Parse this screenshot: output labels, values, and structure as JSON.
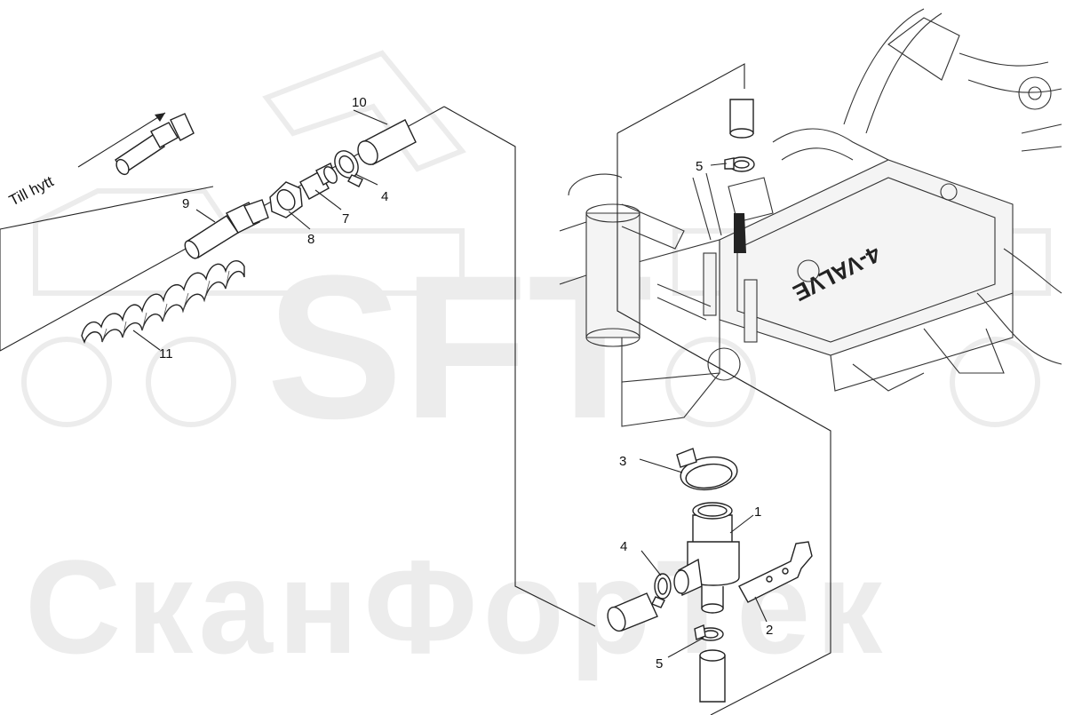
{
  "watermark": {
    "logo": "SFT",
    "company": "СканФорТек"
  },
  "direction_label": "Till hytt",
  "engine_label": "4-VALVE",
  "callouts": {
    "c1": "1",
    "c2": "2",
    "c3": "3",
    "c4_top": "4",
    "c4_bottom": "4",
    "c5_top": "5",
    "c5_bottom": "5",
    "c7": "7",
    "c8": "8",
    "c9": "9",
    "c10": "10",
    "c11": "11"
  }
}
